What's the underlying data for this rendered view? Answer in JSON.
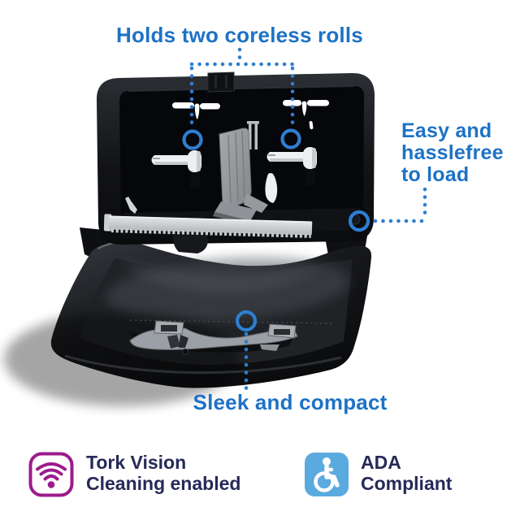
{
  "description": "Open black Tork twin coreless toilet roll dispenser with feature callouts",
  "colors": {
    "annotation_blue": "#1d72c6",
    "dot_blue": "#2e7ed2",
    "navy_text": "#262a58",
    "purple": "#9c1b8c",
    "ada_blue": "#5aaadf"
  },
  "annotations": {
    "top": {
      "label": "Holds two coreless rolls"
    },
    "right": {
      "lines": [
        "Easy and",
        "hasslefree",
        "to load"
      ]
    },
    "bottom": {
      "label": "Sleek and compact"
    }
  },
  "badges": {
    "tork_vision": {
      "icon": "wifi-icon",
      "line1": "Tork Vision",
      "line2": "Cleaning enabled"
    },
    "ada": {
      "icon": "wheelchair-icon",
      "line1": "ADA",
      "line2": "Compliant"
    }
  }
}
